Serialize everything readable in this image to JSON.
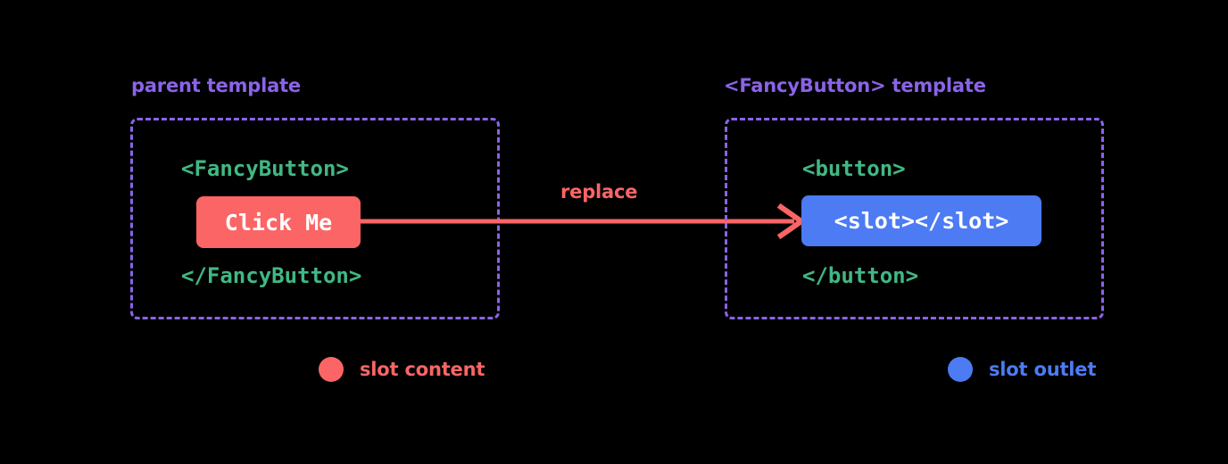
{
  "diagram": {
    "title_semantics": "vue-slot-replacement-diagram",
    "background_color": "#000000",
    "colors": {
      "caption_purple": "#8b63e9",
      "code_green": "#41b883",
      "slot_content_red": "#fb6565",
      "slot_outlet_blue": "#4c7bf4",
      "chip_text": "#ffffff",
      "background": "#000000"
    }
  },
  "panels": {
    "left": {
      "caption": "parent template",
      "code_open": "<FancyButton>",
      "chip": "Click Me",
      "code_close": "</FancyButton>"
    },
    "right": {
      "caption": "<FancyButton> template",
      "code_open": "<button>",
      "chip": "<slot></slot>",
      "code_close": "</button>"
    }
  },
  "arrow": {
    "label": "replace",
    "color": "#fb6565",
    "direction": "left-to-right"
  },
  "legend": [
    {
      "label": "slot content",
      "color": "#fb6565",
      "dot": "circle-marker"
    },
    {
      "label": "slot outlet",
      "color": "#4c7bf4",
      "dot": "circle-marker"
    }
  ]
}
